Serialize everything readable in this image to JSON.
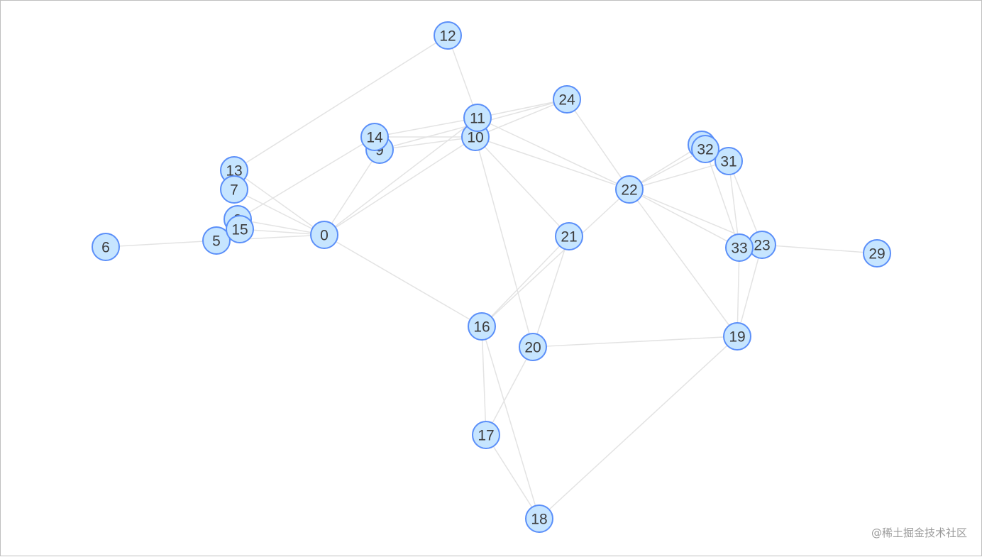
{
  "graph": {
    "nodes": [
      {
        "id": "0"
      },
      {
        "id": "5"
      },
      {
        "id": "6"
      },
      {
        "id": "7"
      },
      {
        "id": "8"
      },
      {
        "id": "9"
      },
      {
        "id": "10"
      },
      {
        "id": "11"
      },
      {
        "id": "12"
      },
      {
        "id": "13"
      },
      {
        "id": "14"
      },
      {
        "id": "15"
      },
      {
        "id": "16"
      },
      {
        "id": "17"
      },
      {
        "id": "18"
      },
      {
        "id": "19"
      },
      {
        "id": "20"
      },
      {
        "id": "21"
      },
      {
        "id": "22"
      },
      {
        "id": "23"
      },
      {
        "id": "24"
      },
      {
        "id": "29"
      },
      {
        "id": "30"
      },
      {
        "id": "31"
      },
      {
        "id": "32"
      },
      {
        "id": "33"
      }
    ],
    "edges": [
      [
        "0",
        "5"
      ],
      [
        "0",
        "7"
      ],
      [
        "0",
        "8"
      ],
      [
        "0",
        "13"
      ],
      [
        "0",
        "15"
      ],
      [
        "0",
        "9"
      ],
      [
        "0",
        "10"
      ],
      [
        "0",
        "11"
      ],
      [
        "0",
        "16"
      ],
      [
        "5",
        "6"
      ],
      [
        "5",
        "15"
      ],
      [
        "8",
        "15"
      ],
      [
        "12",
        "13"
      ],
      [
        "12",
        "11"
      ],
      [
        "14",
        "10"
      ],
      [
        "14",
        "11"
      ],
      [
        "14",
        "8"
      ],
      [
        "9",
        "10"
      ],
      [
        "9",
        "24"
      ],
      [
        "10",
        "22"
      ],
      [
        "10",
        "21"
      ],
      [
        "10",
        "20"
      ],
      [
        "10",
        "24"
      ],
      [
        "11",
        "22"
      ],
      [
        "11",
        "24"
      ],
      [
        "24",
        "22"
      ],
      [
        "22",
        "16"
      ],
      [
        "22",
        "19"
      ],
      [
        "22",
        "30"
      ],
      [
        "22",
        "31"
      ],
      [
        "22",
        "32"
      ],
      [
        "22",
        "33"
      ],
      [
        "22",
        "23"
      ],
      [
        "21",
        "16"
      ],
      [
        "21",
        "20"
      ],
      [
        "16",
        "17"
      ],
      [
        "16",
        "18"
      ],
      [
        "20",
        "17"
      ],
      [
        "20",
        "19"
      ],
      [
        "17",
        "18"
      ],
      [
        "18",
        "19"
      ],
      [
        "19",
        "23"
      ],
      [
        "19",
        "33"
      ],
      [
        "23",
        "29"
      ],
      [
        "23",
        "31"
      ],
      [
        "33",
        "31"
      ],
      [
        "33",
        "32"
      ]
    ]
  },
  "watermark": "@稀土掘金技术社区"
}
